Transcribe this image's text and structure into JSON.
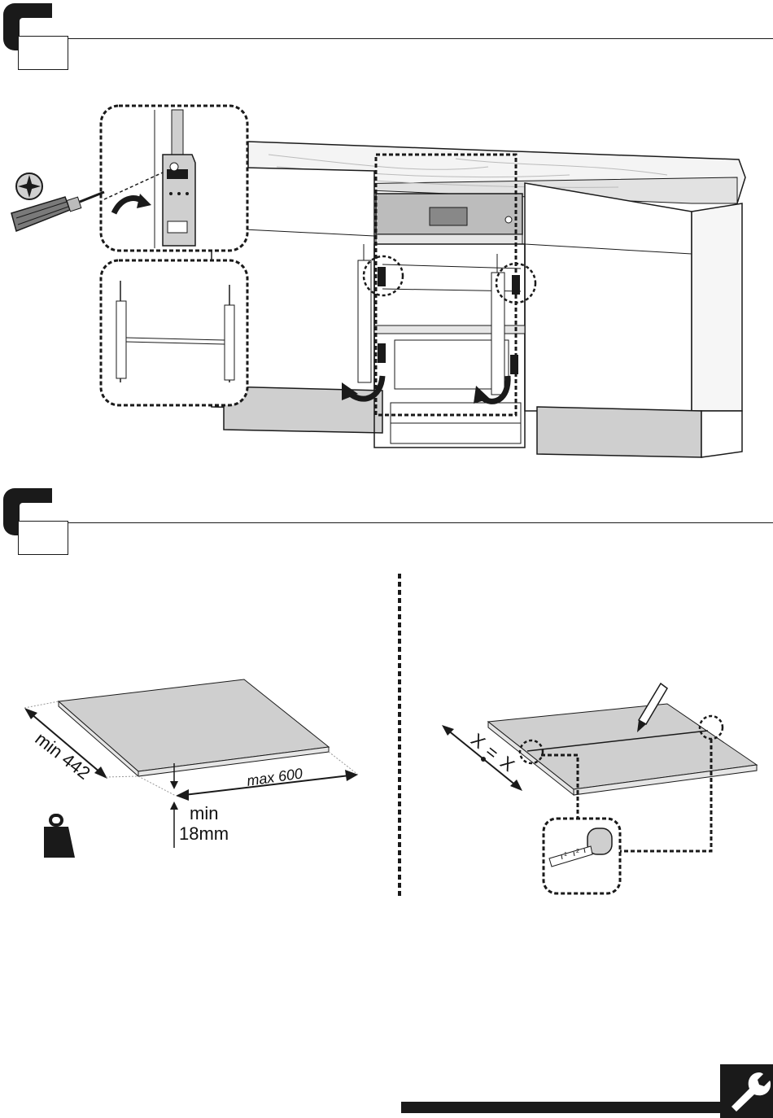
{
  "steps": [
    {
      "number": ""
    },
    {
      "number": ""
    }
  ],
  "dimensions": {
    "depth_label": "min 442",
    "width_label": "max 600",
    "thickness_line1": "min",
    "thickness_line2": "18mm"
  },
  "marking": {
    "equal_left": "X",
    "equal_sign": "=",
    "equal_right": "X"
  },
  "tape_measure": {
    "tick_1": "1",
    "tick_2": "2"
  },
  "icons": {
    "screw_head": "phillips-screw-icon",
    "screwdriver": "screwdriver-icon",
    "weight": "weight-icon",
    "pencil": "pencil-icon",
    "tape": "tape-measure-icon",
    "wrench": "wrench-icon"
  },
  "colors": {
    "ink": "#1a1a1a",
    "panel_grey": "#cfcfcf",
    "oven_grey": "#bcbcbc"
  }
}
